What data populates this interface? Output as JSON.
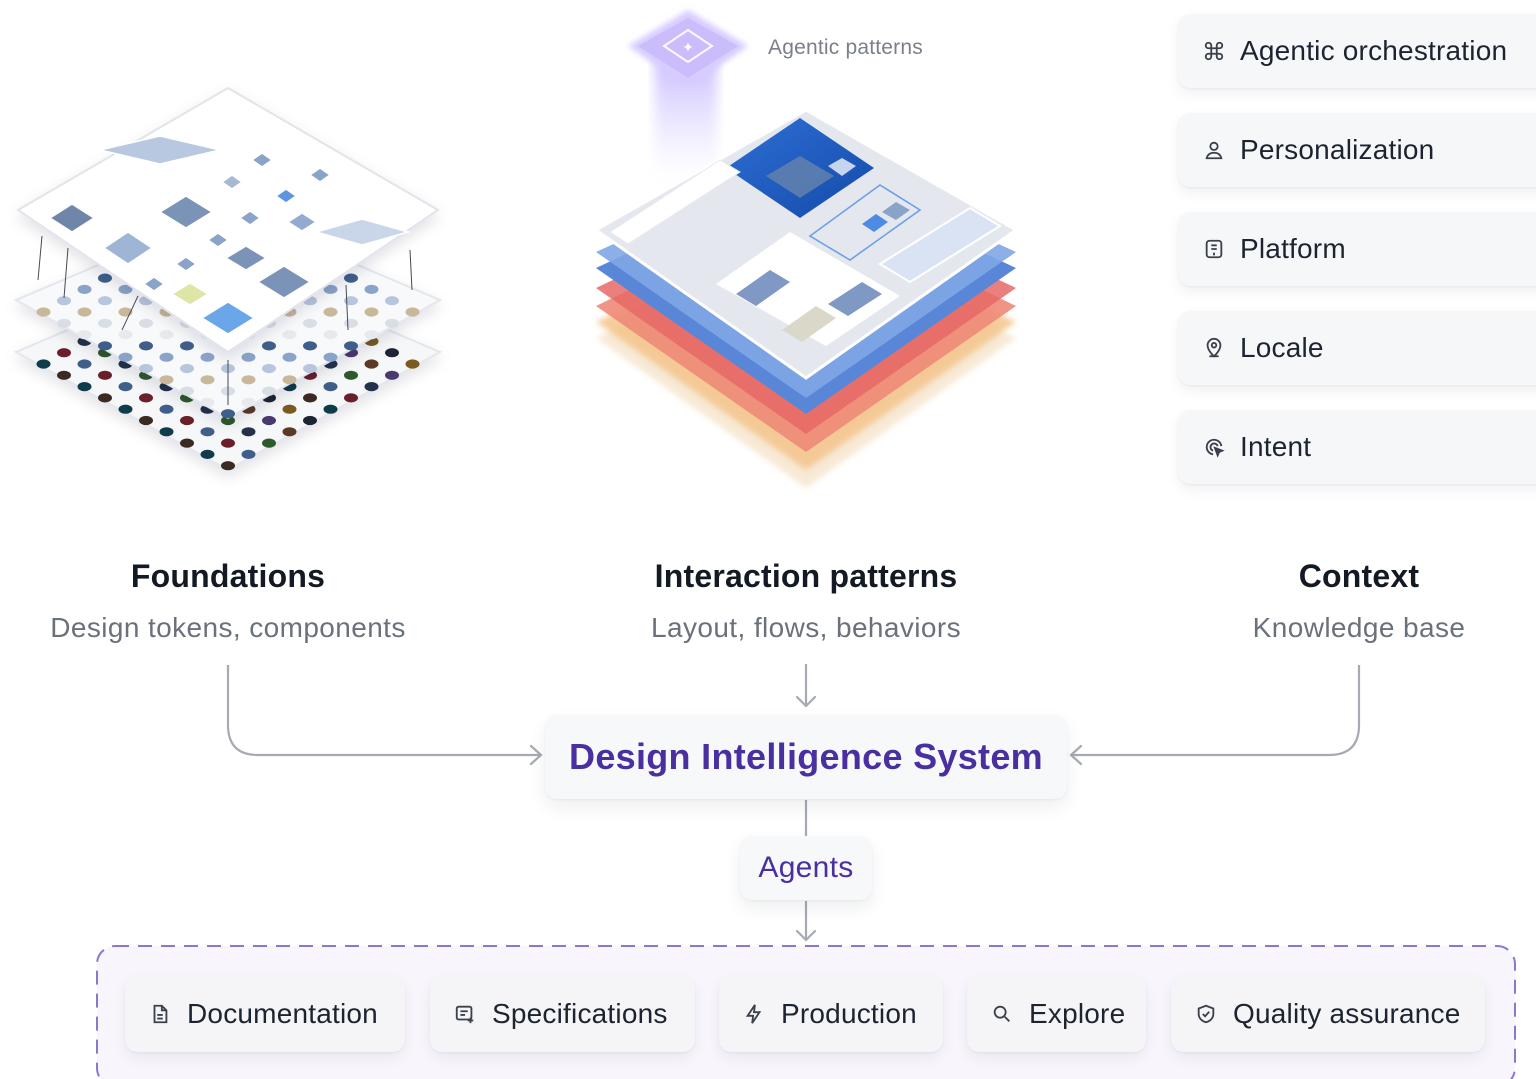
{
  "badge": {
    "label": "Agentic patterns"
  },
  "context_items": [
    {
      "label": "Agentic orchestration",
      "icon": "command-icon"
    },
    {
      "label": "Personalization",
      "icon": "user-icon"
    },
    {
      "label": "Platform",
      "icon": "platform-icon"
    },
    {
      "label": "Locale",
      "icon": "location-pin-icon"
    },
    {
      "label": "Intent",
      "icon": "target-cursor-icon"
    }
  ],
  "columns": [
    {
      "title": "Foundations",
      "subtitle": "Design tokens, components"
    },
    {
      "title": "Interaction patterns",
      "subtitle": "Layout, flows, behaviors"
    },
    {
      "title": "Context",
      "subtitle": "Knowledge base"
    }
  ],
  "core": {
    "label": "Design Intelligence System"
  },
  "agents": {
    "label": "Agents"
  },
  "outputs": [
    {
      "label": "Documentation",
      "icon": "document-icon"
    },
    {
      "label": "Specifications",
      "icon": "spec-icon"
    },
    {
      "label": "Production",
      "icon": "lightning-icon"
    },
    {
      "label": "Explore",
      "icon": "search-icon"
    },
    {
      "label": "Quality assurance",
      "icon": "shield-check-icon"
    }
  ],
  "colors": {
    "accent": "#4a2fa0",
    "connector": "#a6aab2",
    "output_border": "#8a79c9",
    "output_bg": "#f7f4fc"
  }
}
